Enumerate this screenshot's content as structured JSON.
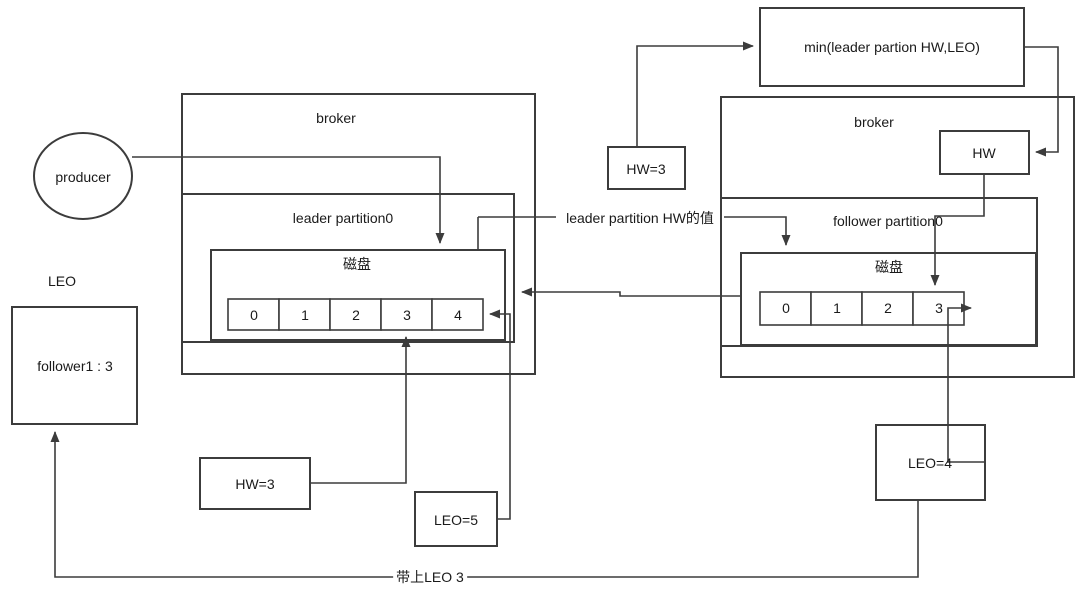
{
  "diagram": {
    "title": "Kafka HW/LEO replication diagram",
    "stroke_color": "#3c3c3c",
    "text_color": "#1a1a1a",
    "background": "#ffffff"
  },
  "nodes": {
    "producer": {
      "label": "producer",
      "shape": "ellipse"
    },
    "leo_caption": {
      "label": "LEO"
    },
    "follower1_box": {
      "label": "follower1 : 3",
      "shape": "rect"
    },
    "leader_broker": {
      "label": "broker",
      "shape": "rect"
    },
    "leader_partition": {
      "label": "leader partition0",
      "shape": "rect"
    },
    "leader_disk": {
      "label": "磁盘",
      "shape": "rect"
    },
    "follower_broker": {
      "label": "broker",
      "shape": "rect"
    },
    "follower_partition": {
      "label": "follower partition0",
      "shape": "rect"
    },
    "follower_disk": {
      "label": "磁盘",
      "shape": "rect"
    },
    "min_box": {
      "label": "min(leader partion HW,LEO)",
      "shape": "rect"
    },
    "hw_box_top": {
      "label": "HW=3",
      "shape": "rect"
    },
    "hw_box_bottom": {
      "label": "HW=3",
      "shape": "rect"
    },
    "hw_box_follower": {
      "label": "HW",
      "shape": "rect"
    },
    "leo5_box": {
      "label": "LEO=5",
      "shape": "rect"
    },
    "leo4_box": {
      "label": "LEO=4",
      "shape": "rect"
    }
  },
  "leader_cells": [
    "0",
    "1",
    "2",
    "3",
    "4"
  ],
  "follower_cells": [
    "0",
    "1",
    "2",
    "3"
  ],
  "edge_labels": {
    "leader_hw_value": "leader partition HW的值",
    "carry_leo": "带上LEO 3"
  }
}
